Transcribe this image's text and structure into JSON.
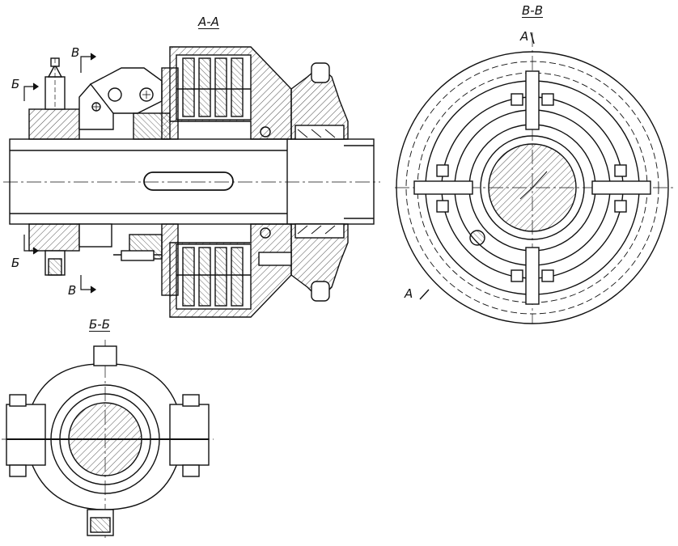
{
  "sections": {
    "a_a": {
      "title": "A-A"
    },
    "b_b": {
      "title": "Б-Б"
    },
    "v_v": {
      "title": "В-В"
    }
  },
  "markers": {
    "b_top": "Б",
    "b_bottom": "Б",
    "v_top": "В",
    "v_bottom": "В",
    "a_top": "A",
    "a_bottom": "A"
  },
  "colors": {
    "ink": "#111111",
    "paper": "#ffffff"
  }
}
